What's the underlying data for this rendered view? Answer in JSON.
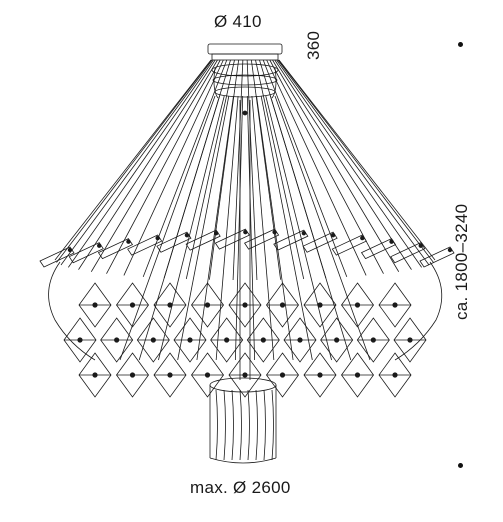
{
  "dimensions": {
    "canopy_diameter": "Ø 410",
    "canopy_height": "360",
    "max_diameter": "max. Ø 2600",
    "drop_height": "ca. 1800–3240"
  },
  "colors": {
    "line": "#1a1a1a",
    "background": "#ffffff"
  }
}
